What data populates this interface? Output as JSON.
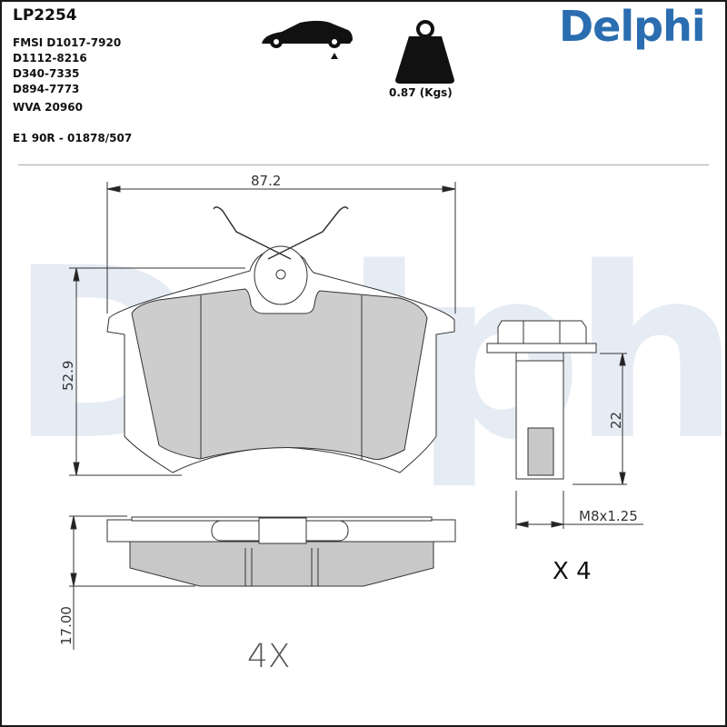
{
  "header": {
    "part_number": "LP2254",
    "references": [
      "FMSI D1017-7920",
      "D1112-8216",
      "D340-7335",
      "D894-7773"
    ],
    "wva": "WVA 20960",
    "ece": "E1 90R - 01878/507",
    "weight": "0.87 (Kgs)",
    "brand": "Delphi",
    "icons": {
      "axle": "rear-axle-car-icon",
      "weight": "weight-icon"
    }
  },
  "drawing": {
    "width_dim": "87.2",
    "height_dim": "52.9",
    "thickness_dim": "17.00",
    "bolt_length_dim": "22",
    "bolt_thread": "M8x1.25",
    "bolt_qty": "X 4",
    "pad_qty": "4X"
  },
  "colors": {
    "brand": "#2a6db0",
    "friction": "#c8c8c8",
    "watermark": "#e6ecf4"
  }
}
